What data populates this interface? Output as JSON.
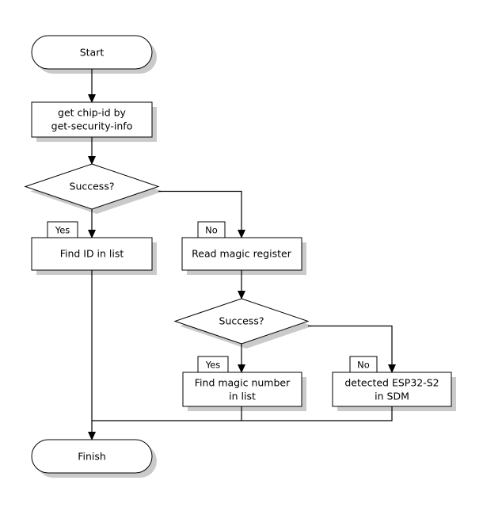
{
  "diagram": {
    "type": "flowchart",
    "title": "chip detection flowchart",
    "background_color": "#ffffff",
    "stroke_color": "#000000",
    "shadow_color": "#b8b8b8",
    "nodes": [
      {
        "id": "start",
        "shape": "terminator",
        "text": "Start"
      },
      {
        "id": "get_chip_id",
        "shape": "process",
        "line1": "get chip-id by",
        "line2": "get-security-info"
      },
      {
        "id": "success1",
        "shape": "decision",
        "text": "Success?"
      },
      {
        "id": "find_id",
        "shape": "process",
        "text": "Find ID in list"
      },
      {
        "id": "read_magic",
        "shape": "process",
        "text": "Read magic register"
      },
      {
        "id": "success2",
        "shape": "decision",
        "text": "Success?"
      },
      {
        "id": "find_magic",
        "shape": "process",
        "line1": "Find magic number",
        "line2": "in list"
      },
      {
        "id": "detected",
        "shape": "process",
        "line1": "detected ESP32-S2",
        "line2": "in SDM"
      },
      {
        "id": "finish",
        "shape": "terminator",
        "text": "Finish"
      }
    ],
    "edge_labels": {
      "success1_yes": "Yes",
      "success1_no": "No",
      "success2_yes": "Yes",
      "success2_no": "No"
    }
  }
}
